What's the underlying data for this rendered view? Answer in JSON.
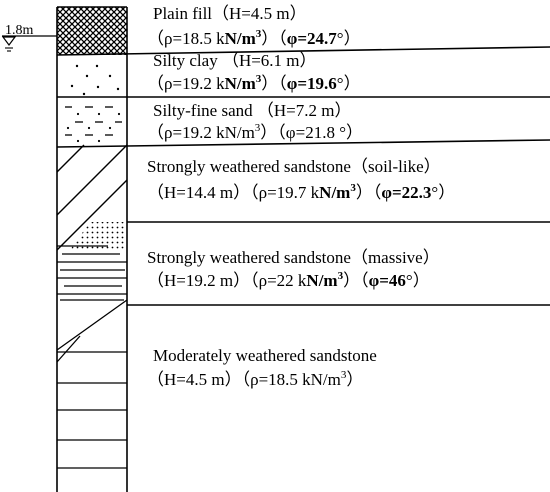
{
  "water_level": {
    "depth_label": "1.8m"
  },
  "layers": [
    {
      "l1": "Plain fill（H=4.5 m）",
      "l2a": "（ρ=18.5 k",
      "l2b": "N/m",
      "l2c": "3",
      "l2d": "）（",
      "l2e": "φ=24.7",
      "l2f": "°）"
    },
    {
      "l1": "Silty clay （H=6.1 m）",
      "l2a": "（ρ=19.2 k",
      "l2b": "N/m",
      "l2c": "3",
      "l2d": "）（",
      "l2e": "φ=19.6",
      "l2f": "°）"
    },
    {
      "l1": "Silty-fine sand （H=7.2 m）",
      "l2a": "（ρ=19.2 kN/m",
      "l2c": "3",
      "l2d": "）（φ=21.8 °）"
    },
    {
      "l1": "Strongly weathered sandstone（soil-like）",
      "l2a": "（H=14.4 m）（ρ=19.7 k",
      "l2b": "N/m",
      "l2c": "3",
      "l2d": "）（",
      "l2e": "φ=22.3",
      "l2f": "°）"
    },
    {
      "l1": "Strongly weathered sandstone（massive）",
      "l2a": "（H=19.2 m）（ρ=22 k",
      "l2b": "N/m",
      "l2c": "3",
      "l2d": "）（",
      "l2e": "φ=46",
      "l2f": "°）"
    },
    {
      "l1": "Moderately weathered sandstone",
      "l2a": "（H=4.5 m）（ρ=18.5 kN/m",
      "l2c": "3",
      "l2d": "）"
    }
  ]
}
